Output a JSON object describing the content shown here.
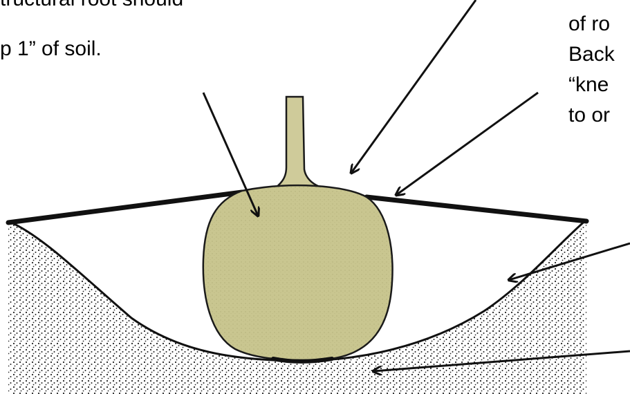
{
  "labels": {
    "left_line_1": "tructural root should",
    "left_line_2": "p 1” of soil.",
    "right_line_1": "of ro",
    "right_line_2": "Back",
    "right_line_3": "“kne",
    "right_line_4": "to or"
  },
  "colors": {
    "root_ball": "#c9c690",
    "root_ball_outline": "#1a1a1a",
    "stem": "#cfcb9a",
    "soil_stipple": "#222222",
    "arrows": "#111111",
    "background": "#ffffff"
  }
}
